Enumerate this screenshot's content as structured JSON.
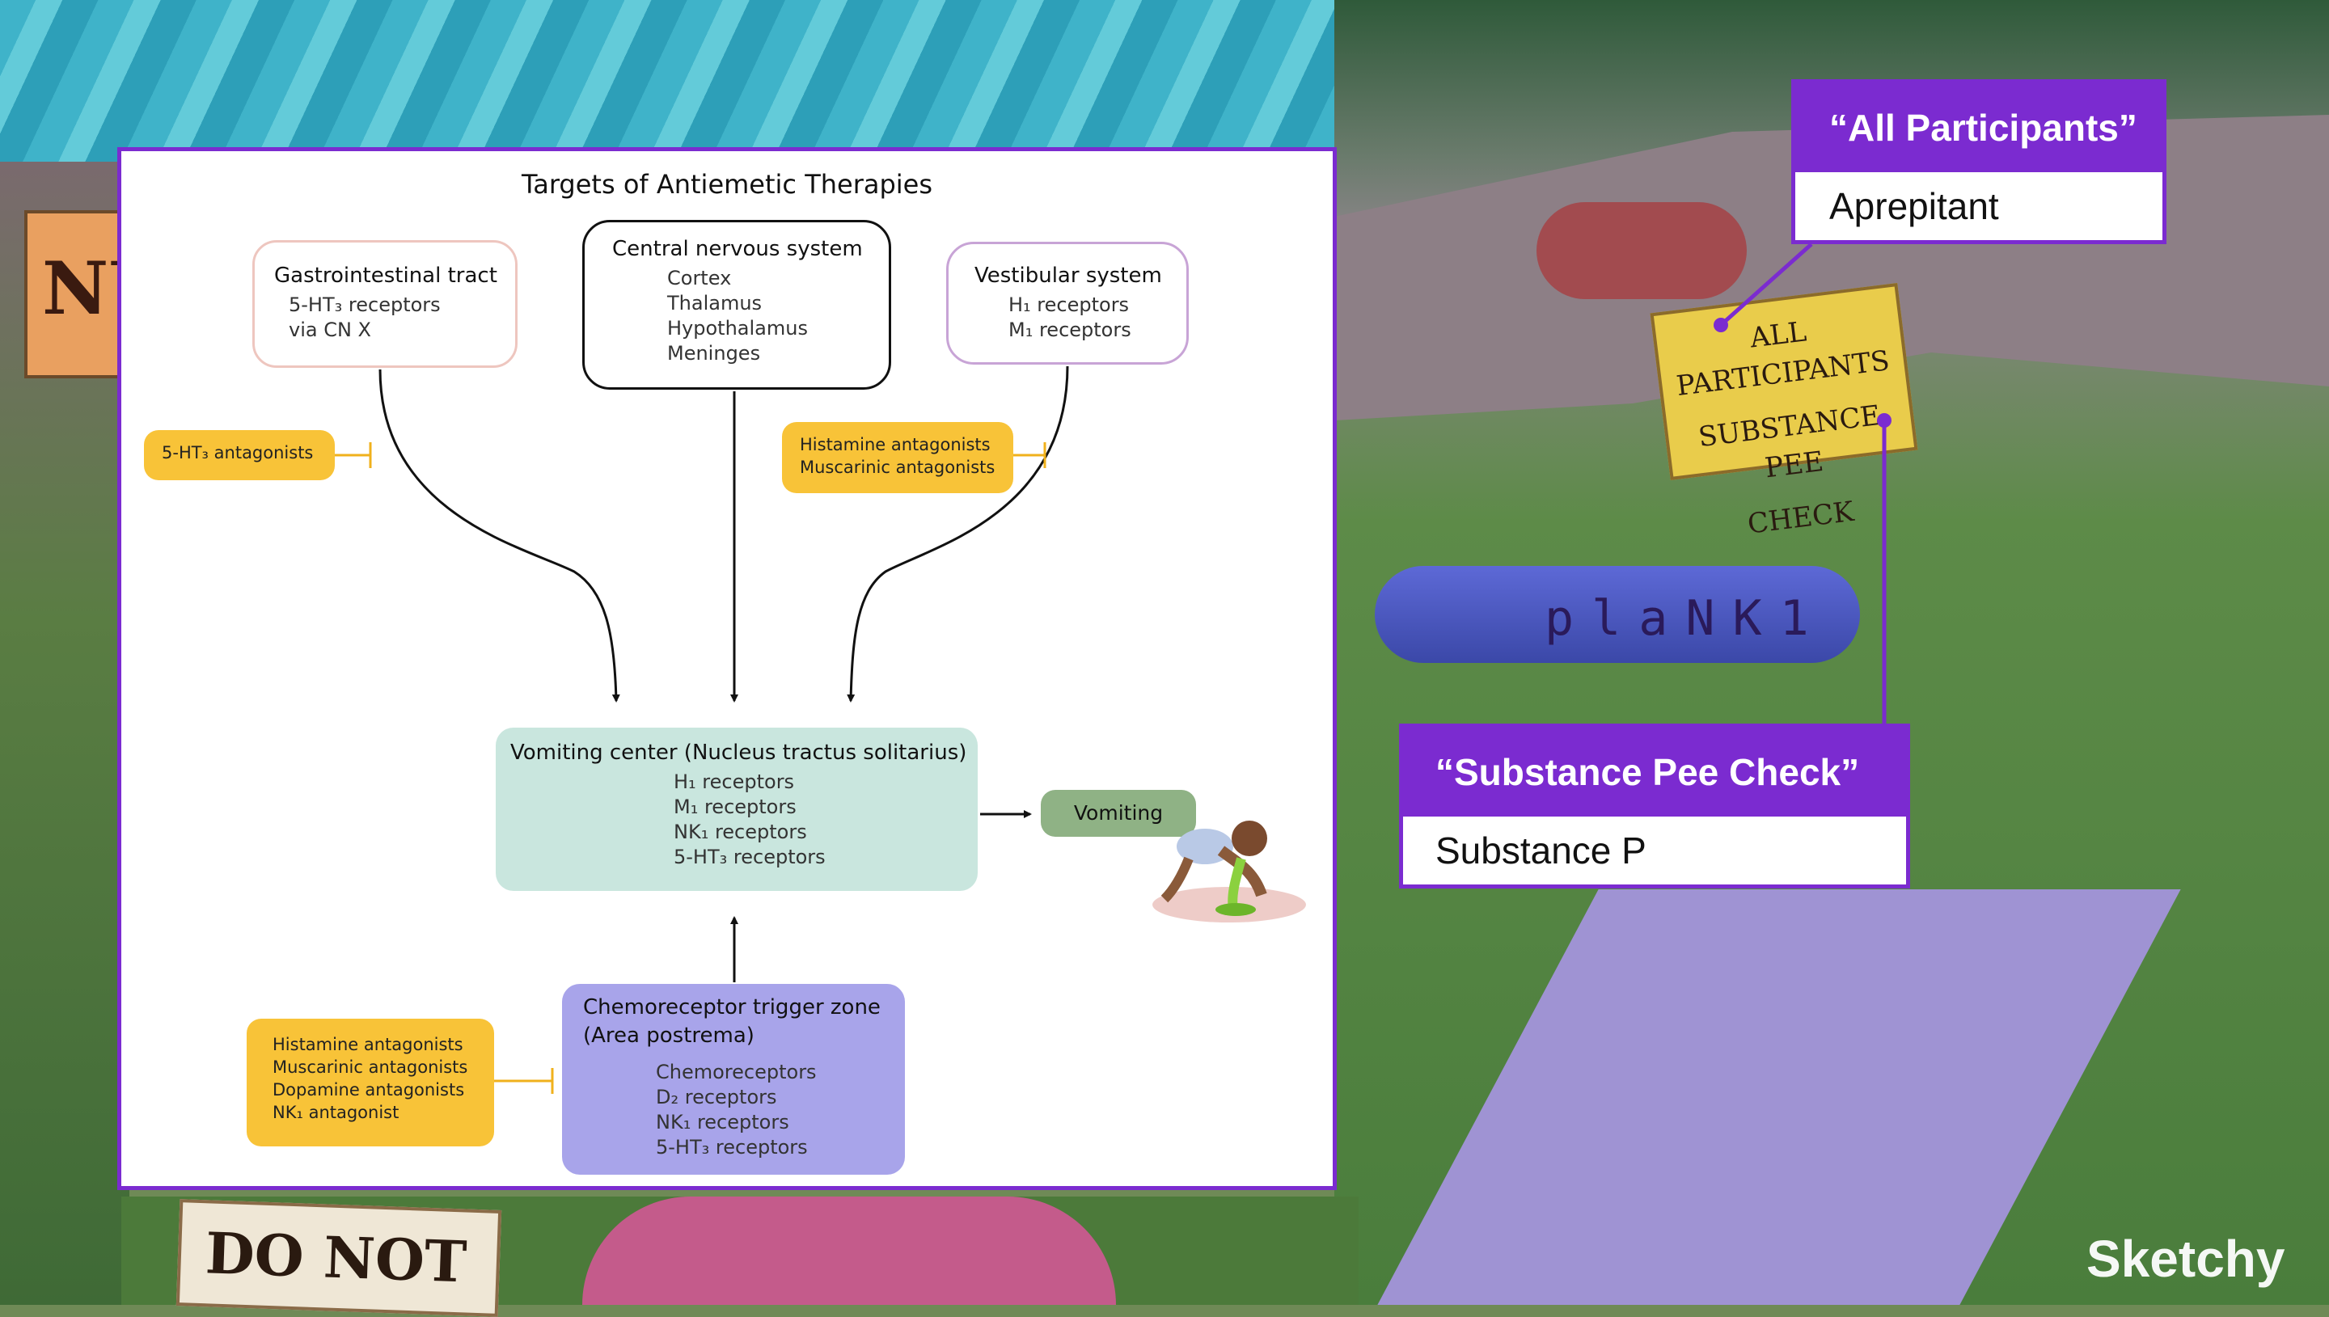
{
  "diagram": {
    "title": "Targets of Antiemetic Therapies",
    "gi": {
      "title": "Gastrointestinal tract",
      "items": [
        "5-HT₃ receptors",
        "via CN X"
      ]
    },
    "cns": {
      "title": "Central nervous system",
      "items": [
        "Cortex",
        "Thalamus",
        "Hypothalamus",
        "Meninges"
      ]
    },
    "vestibular": {
      "title": "Vestibular system",
      "items": [
        "H₁ receptors",
        "M₁ receptors"
      ]
    },
    "gi_drugs": [
      "5-HT₃ antagonists"
    ],
    "vestibular_drugs": [
      "Histamine antagonists",
      "Muscarinic antagonists"
    ],
    "vomiting_center": {
      "title": "Vomiting center (Nucleus tractus solitarius)",
      "items": [
        "H₁ receptors",
        "M₁ receptors",
        "NK₁ receptors",
        "5-HT₃ receptors"
      ]
    },
    "outcome": "Vomiting",
    "ctz": {
      "title_line1": "Chemoreceptor trigger zone",
      "title_line2": "(Area postrema)",
      "items": [
        "Chemoreceptors",
        "D₂ receptors",
        "NK₁ receptors",
        "5-HT₃ receptors"
      ]
    },
    "ctz_drugs": [
      "Histamine antagonists",
      "Muscarinic antagonists",
      "Dopamine antagonists",
      "NK₁ antagonist"
    ]
  },
  "callouts": [
    {
      "mnemonic": "“All Participants”",
      "term": "Aprepitant"
    },
    {
      "mnemonic": "“Substance Pee Check”",
      "term": "Substance P"
    }
  ],
  "scene": {
    "sign_text": [
      "ALL PARTICIPANTS",
      "SUBSTANCE PEE",
      "CHECK"
    ],
    "plank_text": "plaNK1",
    "left_sign_text": "NU",
    "bottom_sign_text": "DO NOT",
    "brand": "Sketchy",
    "colors": {
      "accent": "#7b2bd0",
      "drug_box": "#f8c338",
      "vomiting_center": "#c9e6de",
      "ctz": "#a8a4ea",
      "vomiting": "#8fb285"
    }
  }
}
